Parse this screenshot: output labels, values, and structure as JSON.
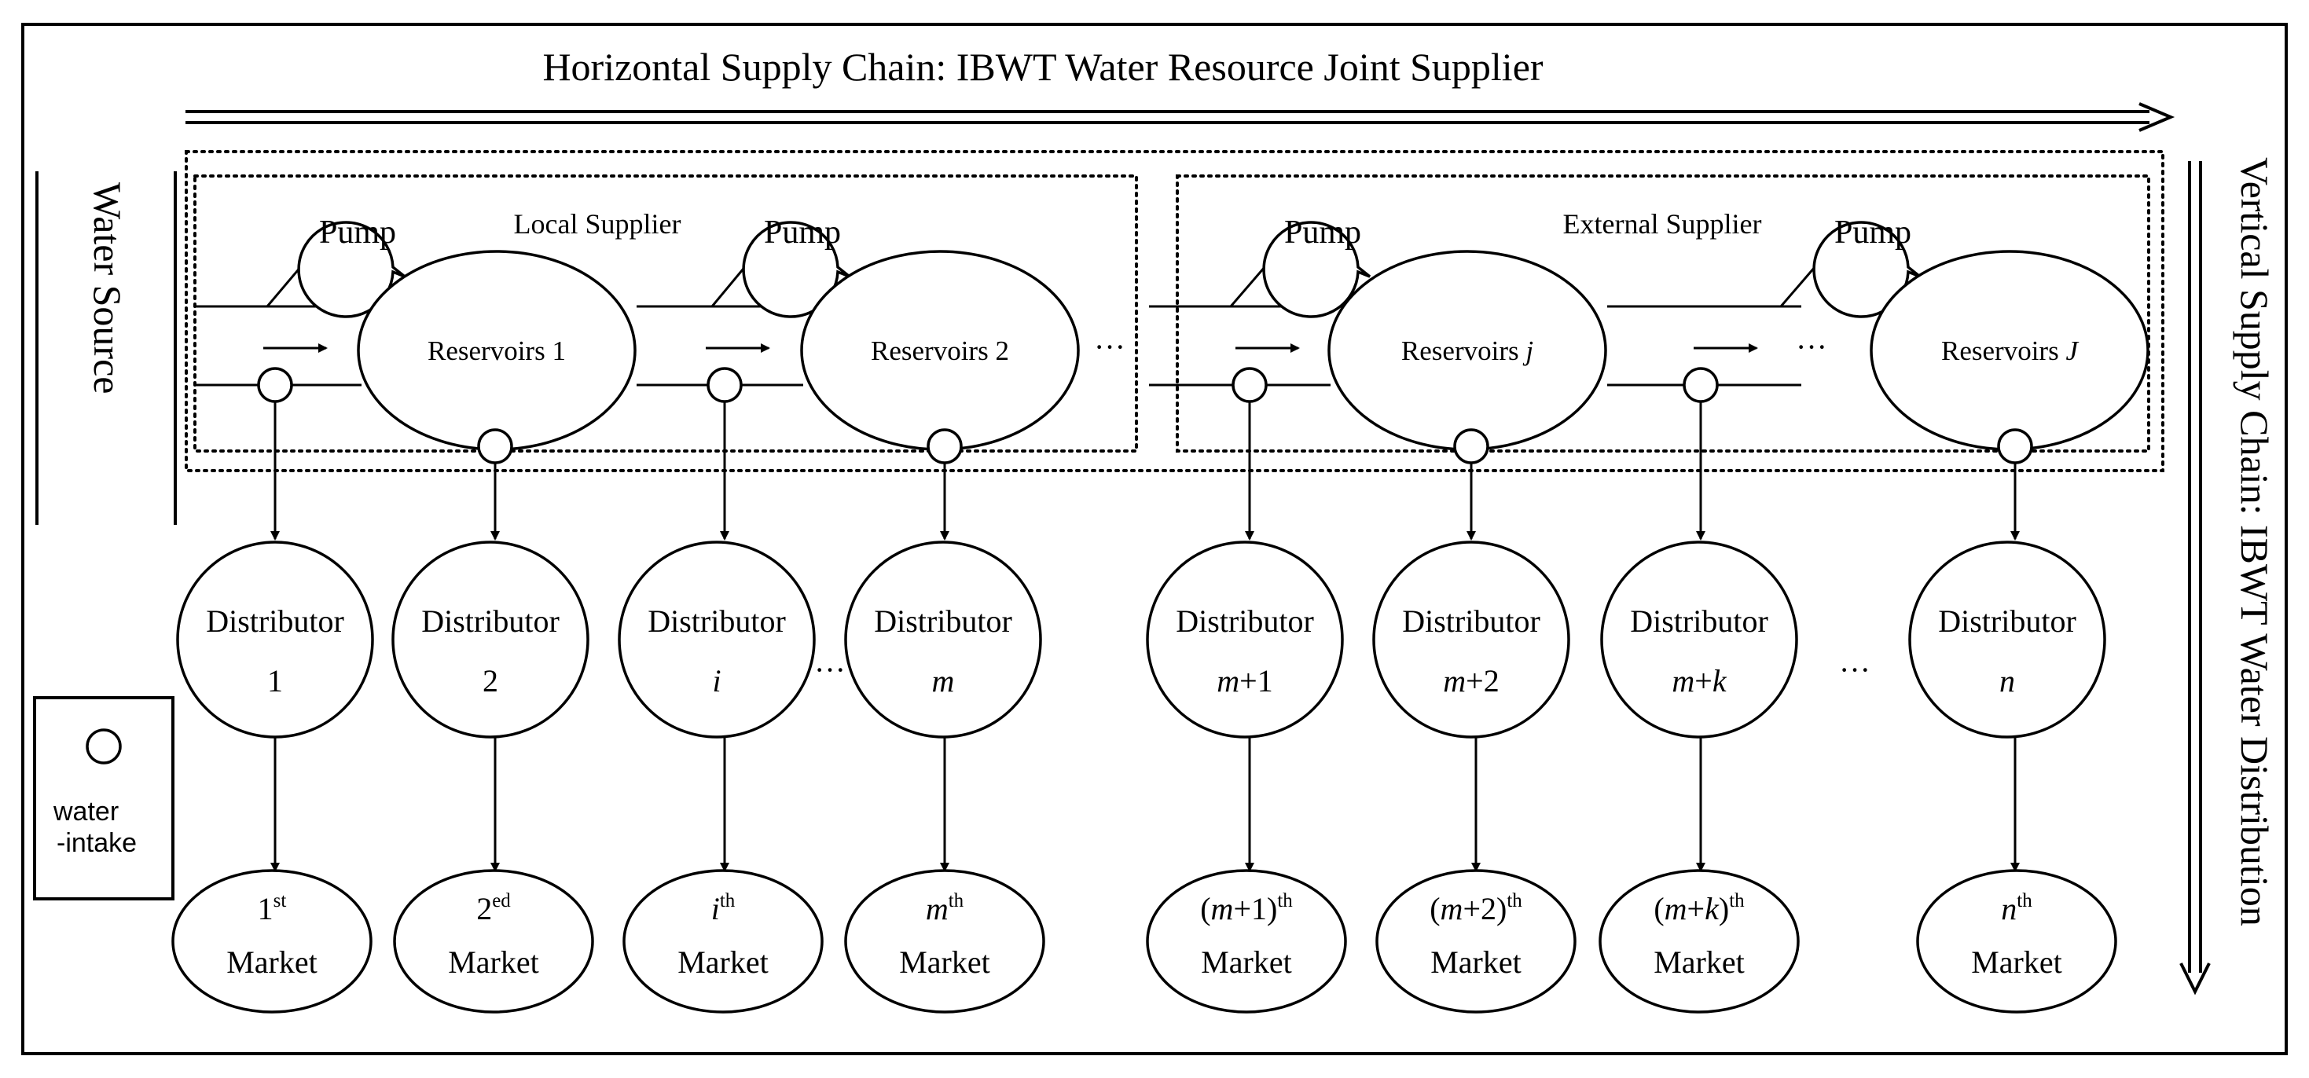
{
  "headers": {
    "horizontal": "Horizontal Supply Chain: IBWT Water Resource Joint Supplier",
    "vertical": "Vertical Supply Chain: IBWT Water Distribution",
    "source": "Water Source"
  },
  "suppliers": {
    "local": "Local Supplier",
    "external": "External Supplier"
  },
  "pump_label": "Pump",
  "reservoirs": [
    {
      "name": "Reservoirs",
      "idx": " 1",
      "italic": false
    },
    {
      "name": "Reservoirs",
      "idx": " 2",
      "italic": false
    },
    {
      "name": "Reservoirs",
      "idx": " j",
      "italic": true
    },
    {
      "name": "Reservoirs",
      "idx": " J",
      "italic": true
    }
  ],
  "distributors": [
    {
      "name": "Distributor",
      "idx": "1",
      "i": false
    },
    {
      "name": "Distributor",
      "idx": "2",
      "i": false
    },
    {
      "name": "Distributor",
      "idx": "i",
      "i": true
    },
    {
      "name": "Distributor",
      "idx": "m",
      "i": true
    },
    {
      "name": "Distributor",
      "pre": "m",
      "post": "+1"
    },
    {
      "name": "Distributor",
      "pre": "m",
      "post": "+2"
    },
    {
      "name": "Distributor",
      "pre": "m",
      "post": "+",
      "tail": "k"
    },
    {
      "name": "Distributor",
      "idx": "n",
      "i": true
    }
  ],
  "markets": [
    {
      "label": "Market",
      "base": "1",
      "sup": "st"
    },
    {
      "label": "Market",
      "base": "2",
      "sup": "ed"
    },
    {
      "label": "Market",
      "ibase": "i",
      "sup": "th"
    },
    {
      "label": "Market",
      "ibase": "m",
      "sup": "th"
    },
    {
      "label": "Market",
      "paren": [
        "(",
        "m",
        "+1)"
      ],
      "sup": "th"
    },
    {
      "label": "Market",
      "paren": [
        "(",
        "m",
        "+2)"
      ],
      "sup": "th"
    },
    {
      "label": "Market",
      "paren": [
        "(",
        "m",
        "+",
        "k",
        ")"
      ],
      "sup": "th"
    },
    {
      "label": "Market",
      "ibase": "n",
      "sup": "th"
    }
  ],
  "ellipsis": "…",
  "ellipsis_dots": "···",
  "legend": {
    "line1": "water",
    "line2": "-intake"
  }
}
